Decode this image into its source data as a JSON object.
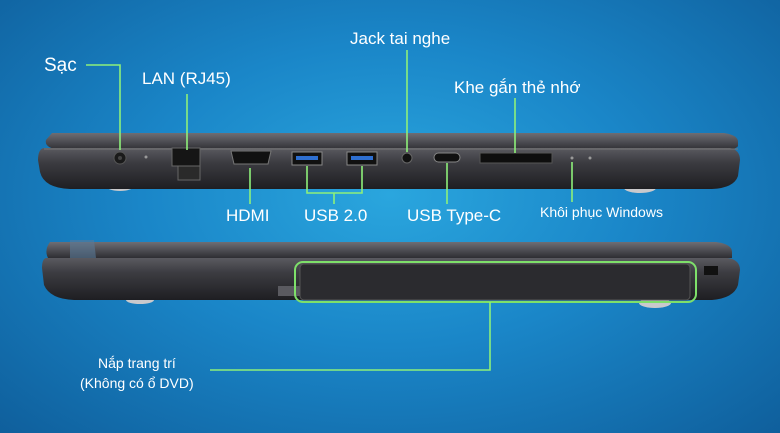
{
  "top_view": {
    "labels": {
      "charging": "Sạc",
      "lan": "LAN (RJ45)",
      "headphone_jack": "Jack tai nghe",
      "memory_card_slot": "Khe gắn thẻ nhớ",
      "hdmi": "HDMI",
      "usb2": "USB 2.0",
      "usb_c": "USB Type-C",
      "windows_recovery": "Khôi phục Windows"
    }
  },
  "bottom_view": {
    "labels": {
      "decorative_cover_line1": "Nắp trang trí",
      "decorative_cover_line2": "(Không có ổ DVD)"
    },
    "highlight_color": "#7ee06a"
  },
  "colors": {
    "leader_line": "#8ef07a",
    "label_text": "#ffffff",
    "laptop_body": "#3a3a3e"
  }
}
